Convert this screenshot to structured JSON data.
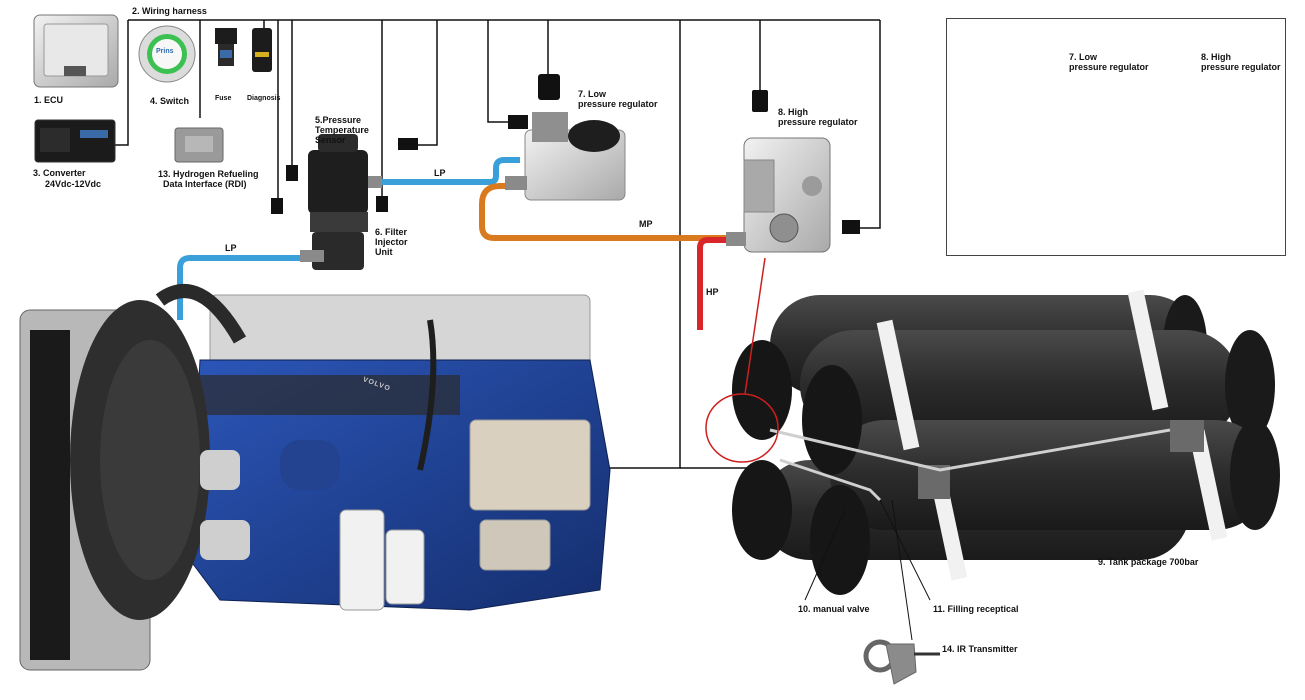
{
  "labels": {
    "ecu": "1. ECU",
    "wiring_harness": "2. Wiring harness",
    "converter_1": "3. Converter",
    "converter_2": "24Vdc-12Vdc",
    "switch": "4. Switch",
    "prins": "Prins",
    "fuse": "Fuse",
    "diagnosis": "Diagnosis",
    "pt_sensor_1": "5.Pressure",
    "pt_sensor_2": "Temperature",
    "pt_sensor_3": "Sensor",
    "filter_1": "6. Filter",
    "filter_2": "Injector",
    "filter_3": "Unit",
    "lpr_1": "7. Low",
    "lpr_2": "pressure regulator",
    "hpr_1": "8. High",
    "hpr_2": "pressure regulator",
    "rdi_1": "13. Hydrogen Refueling",
    "rdi_2": "Data Interface (RDI)",
    "tank": "9. Tank package 700bar",
    "manual_valve": "10. manual valve",
    "filling": "11. Filling receptical",
    "ir": "14. IR Transmitter",
    "lp_1": "LP",
    "lp_2": "LP",
    "mp": "MP",
    "hp": "HP",
    "volvo": "VOLVO"
  },
  "inset": {
    "lpr_1": "7. Low",
    "lpr_2": "pressure regulator",
    "hpr_1": "8. High",
    "hpr_2": "pressure regulator"
  },
  "colors": {
    "lp_line": "#3aa0da",
    "mp_line": "#d97a1e",
    "hp_line": "#d9262a",
    "engine_blue": "#1f3f8f",
    "tank_body": "#2a2a2a",
    "wire": "#111111"
  },
  "icons": [
    "ecu-icon",
    "converter-icon",
    "switch-icon",
    "fuse-icon",
    "diagnosis-connector-icon",
    "rdi-box-icon",
    "sensor-icon",
    "filter-injector-icon",
    "low-pressure-regulator-icon",
    "high-pressure-regulator-icon",
    "engine-icon",
    "tank-package-icon",
    "ir-transmitter-icon"
  ]
}
